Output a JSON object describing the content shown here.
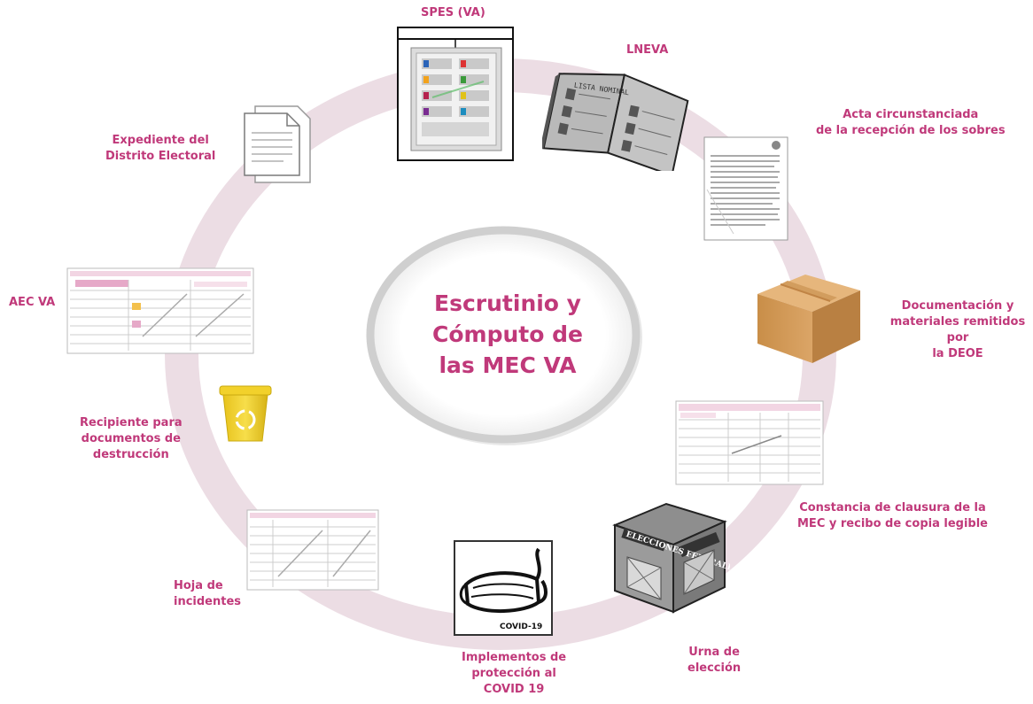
{
  "center": {
    "title": "Escrutinio y\nCómputo de\nlas MEC VA"
  },
  "items": [
    {
      "id": "spes",
      "label": "SPES (VA)",
      "icon": "ballot-card-icon"
    },
    {
      "id": "lneva",
      "label": "LNEVA",
      "icon": "voter-list-book-icon",
      "book_title": "LISTA NOMINAL"
    },
    {
      "id": "acta",
      "label": "Acta circunstanciada\nde la recepción de los sobres",
      "icon": "document-icon"
    },
    {
      "id": "documentacion",
      "label": "Documentación y\nmateriales  remitidos por\nla DEOE",
      "icon": "cardboard-box-icon"
    },
    {
      "id": "constancia",
      "label": "Constancia de clausura de la\nMEC y recibo de copia legible",
      "icon": "form-sheet-icon"
    },
    {
      "id": "urna",
      "label": "Urna de\nelección",
      "icon": "ballot-box-icon",
      "box_text": "ELECCIONES FEDERALES"
    },
    {
      "id": "implementos",
      "label": "Implementos de\nprotección al\nCOVID 19",
      "icon": "face-mask-icon",
      "mask_text": "COVID-19"
    },
    {
      "id": "hoja",
      "label": "Hoja de\nincidentes",
      "icon": "form-sheet-icon"
    },
    {
      "id": "recipiente",
      "label": "Recipiente para\ndocumentos de\ndestrucción",
      "icon": "recycle-bin-icon"
    },
    {
      "id": "aec",
      "label": "AEC VA",
      "icon": "form-sheet-icon"
    },
    {
      "id": "expediente",
      "label": "Expediente del\nDistrito Electoral",
      "icon": "documents-icon"
    }
  ],
  "colors": {
    "label": "#c0397a",
    "ring": "#ecdde4",
    "center_border": "#c9c9c9",
    "bin": "#f2d12b",
    "box": "#d9a15f"
  }
}
